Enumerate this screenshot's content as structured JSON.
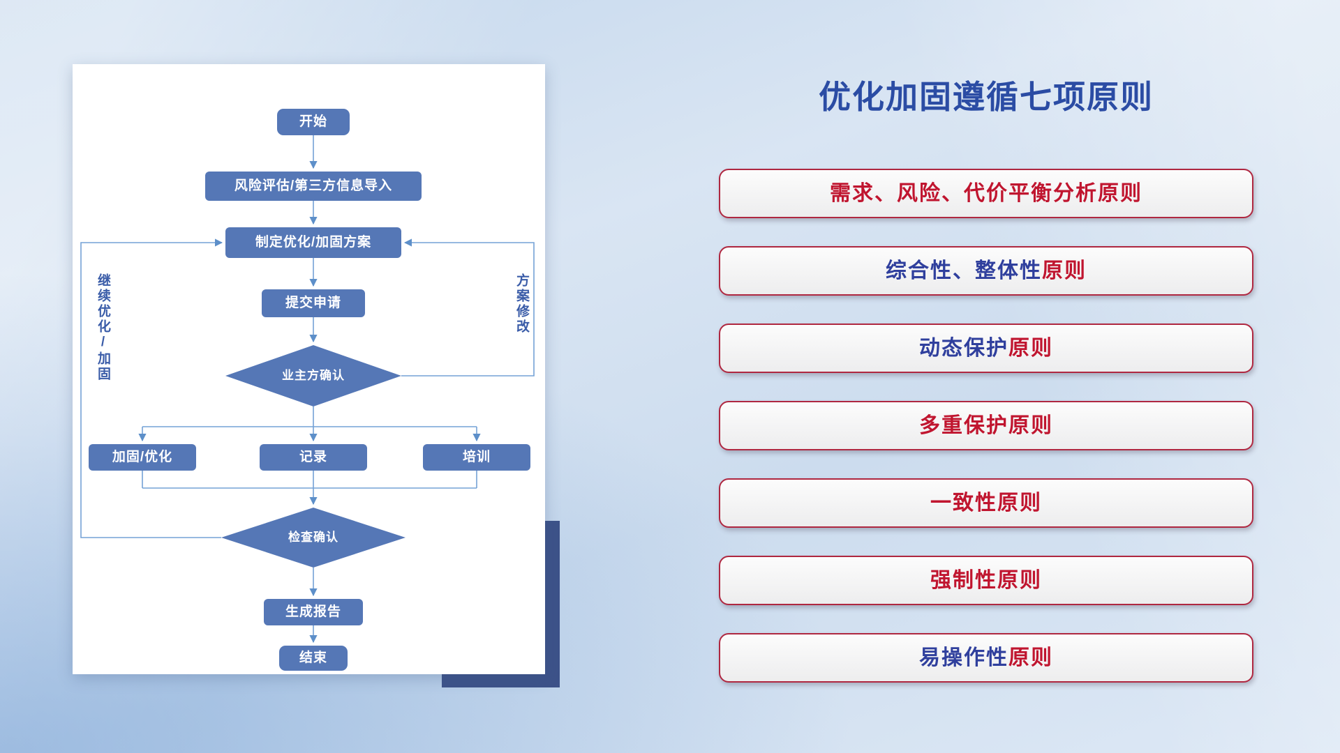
{
  "title": "优化加固遵循七项原则",
  "colors": {
    "title_blue": "#2b4ca4",
    "principle_red": "#c0152f",
    "principle_blue": "#2f3f9d",
    "card_border": "#af2740",
    "card_background": "#f1f1f2",
    "node_fill": "#5577b6",
    "connector": "#74a2d6",
    "panel_shadow": "#3d5289",
    "loop_label": "#3a5ca8"
  },
  "flowchart": {
    "nodes": {
      "start": "开始",
      "risk_import": "风险评估/第三方信息导入",
      "plan": "制定优化/加固方案",
      "submit": "提交申请",
      "owner_confirm": "业主方确认",
      "harden": "加固/优化",
      "record": "记录",
      "training": "培训",
      "check_confirm": "检查确认",
      "report": "生成报告",
      "end": "结束"
    },
    "labels": {
      "loop_left": "继续优化/加固",
      "loop_right": "方案修改"
    }
  },
  "principles": {
    "items": [
      {
        "segments": [
          {
            "text": "需求、风险、代价平衡分析原则",
            "color": "#c0152f"
          }
        ]
      },
      {
        "segments": [
          {
            "text": "综合性、整体性",
            "color": "#2f3f9d"
          },
          {
            "text": "原则",
            "color": "#c0152f"
          }
        ]
      },
      {
        "segments": [
          {
            "text": "动态保护",
            "color": "#2f3f9d"
          },
          {
            "text": "原则",
            "color": "#c0152f"
          }
        ]
      },
      {
        "segments": [
          {
            "text": "多重保护原则",
            "color": "#c0152f"
          }
        ]
      },
      {
        "segments": [
          {
            "text": "一致性原则",
            "color": "#c0152f"
          }
        ]
      },
      {
        "segments": [
          {
            "text": "强制性原则",
            "color": "#c0152f"
          }
        ]
      },
      {
        "segments": [
          {
            "text": "易操作性",
            "color": "#2f3f9d"
          },
          {
            "text": "原则",
            "color": "#c0152f"
          }
        ]
      }
    ]
  }
}
